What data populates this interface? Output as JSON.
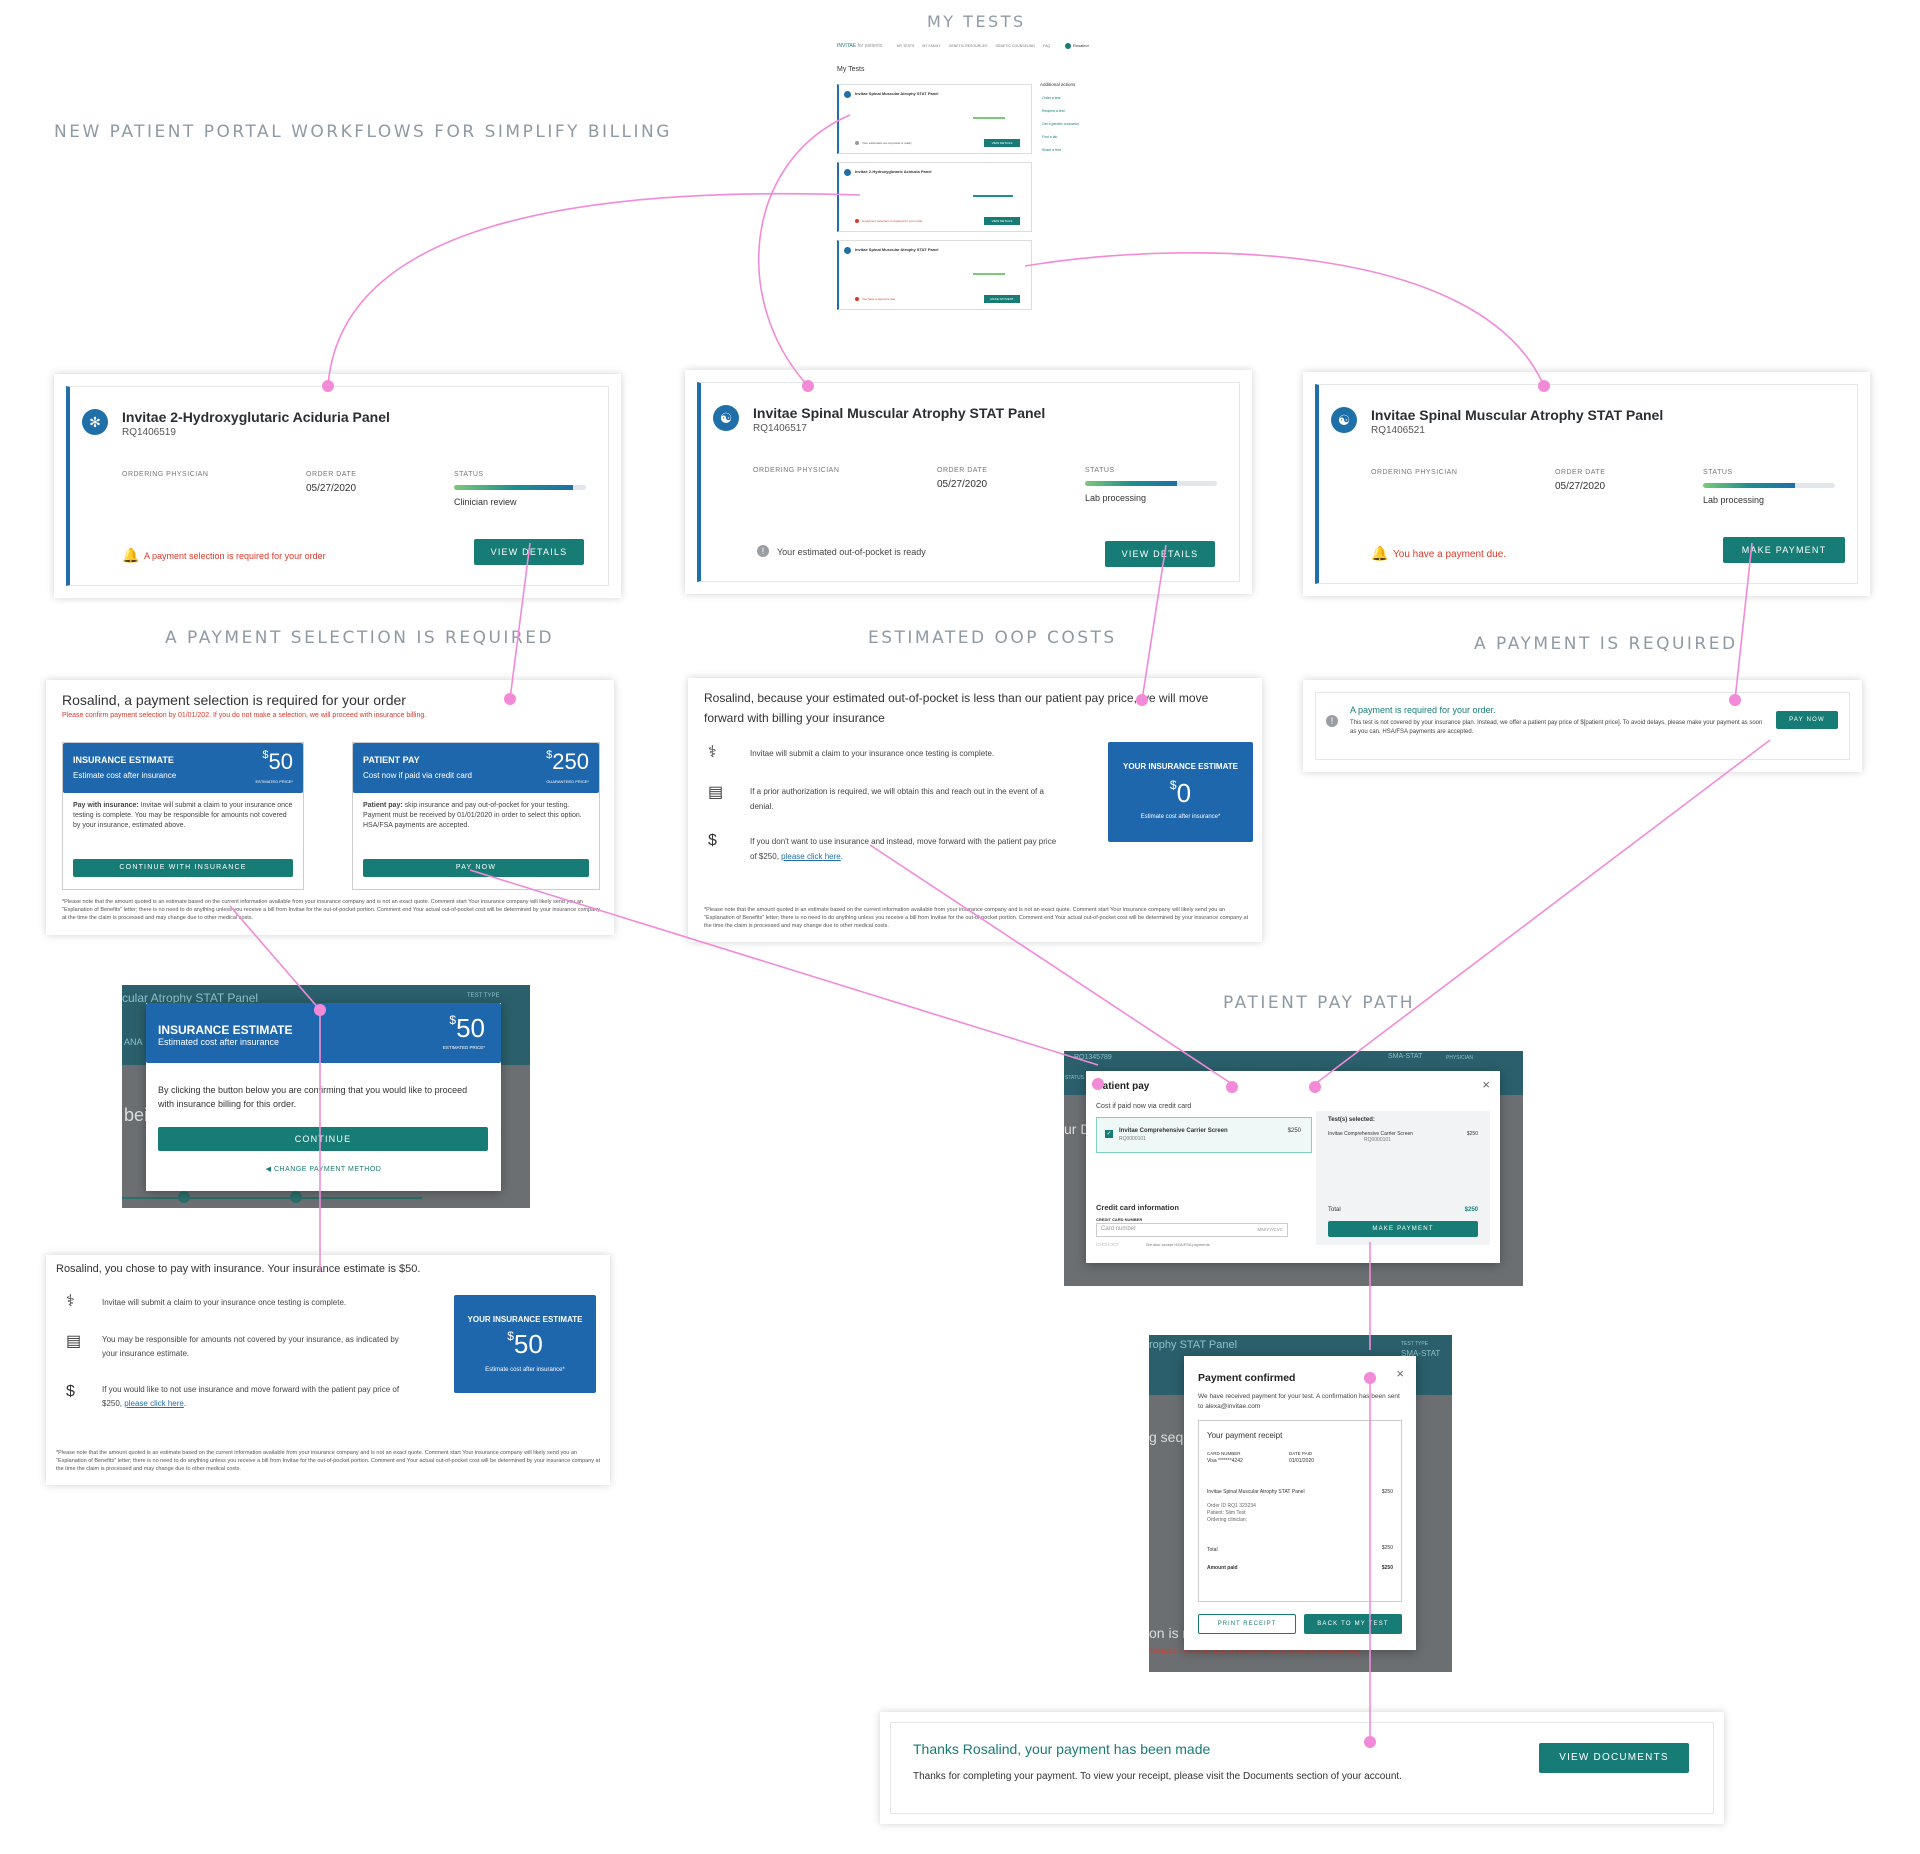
{
  "titles": {
    "my_tests": "MY TESTS",
    "main": "NEW PATIENT PORTAL WORKFLOWS FOR SIMPLIFY BILLING",
    "payment_selection": "A PAYMENT SELECTION IS REQUIRED",
    "estimated_oop": "ESTIMATED OOP COSTS",
    "payment_required": "A PAYMENT IS REQUIRED",
    "patient_pay_path": "PATIENT PAY PATH"
  },
  "thumb": {
    "heading": "My Tests",
    "logo": "INVITAE",
    "logo_sub": "for patients",
    "nav": [
      "MY TESTS",
      "MY FAMILY",
      "GENETIC RESOURCES",
      "GENETIC COUNSELING",
      "FAQ"
    ],
    "user": "Rosalind",
    "additional_actions": "Additional actions",
    "actions": [
      "Order a test",
      "Request a test",
      "Get a genetic counselor",
      "Find a lab",
      "Share a test"
    ],
    "tests": [
      {
        "name": "Invitae Spinal Muscular Atrophy STAT Panel",
        "btn": "VIEW DETAILS",
        "msg": "Your estimated out-of-pocket is ready"
      },
      {
        "name": "Invitae 2-Hydroxyglutaric Aciduria Panel",
        "btn": "VIEW DETAILS",
        "msg": "A payment selection is required for your order"
      },
      {
        "name": "Invitae Spinal Muscular Atrophy STAT Panel",
        "btn": "MAKE PAYMENT",
        "msg": "You have a payment due"
      }
    ]
  },
  "cards": [
    {
      "title": "Invitae 2-Hydroxyglutaric Aciduria Panel",
      "id": "RQ1406519",
      "physician_label": "ORDERING PHYSICIAN",
      "date_label": "ORDER DATE",
      "date": "05/27/2020",
      "status_label": "STATUS",
      "status": "Clinician review",
      "progress": 0.9,
      "msg": "A payment selection is required for your order",
      "btn": "VIEW DETAILS"
    },
    {
      "title": "Invitae Spinal Muscular Atrophy STAT Panel",
      "id": "RQ1406517",
      "physician_label": "ORDERING PHYSICIAN",
      "date_label": "ORDER DATE",
      "date": "05/27/2020",
      "status_label": "STATUS",
      "status": "Lab processing",
      "progress": 0.7,
      "msg": "Your estimated out-of-pocket is ready",
      "btn": "VIEW DETAILS"
    },
    {
      "title": "Invitae Spinal Muscular Atrophy STAT Panel",
      "id": "RQ1406521",
      "physician_label": "ORDERING PHYSICIAN",
      "date_label": "ORDER DATE",
      "date": "05/27/2020",
      "status_label": "STATUS",
      "status": "Lab processing",
      "progress": 0.7,
      "msg": "You have a payment due.",
      "btn": "MAKE PAYMENT"
    }
  ],
  "selection": {
    "heading": "Rosalind, a payment selection is required for your order",
    "warn": "Please confirm payment selection by 01/01/202. If you do not make a selection, we will proceed with insurance billing.",
    "ins_title": "INSURANCE ESTIMATE",
    "ins_sub": "Estimate cost after insurance",
    "ins_amount": "50",
    "ins_price_lbl": "ESTIMATED PRICE*",
    "ins_body_b": "Pay with insurance:",
    "ins_body": "Invitae will submit a claim to your insurance once testing is complete. You may be responsible for amounts not covered by your insurance, estimated above.",
    "ins_btn": "CONTINUE WITH INSURANCE",
    "pp_title": "PATIENT PAY",
    "pp_sub": "Cost now if paid via credit card",
    "pp_amount": "250",
    "pp_price_lbl": "GUARANTEED PRICE*",
    "pp_body_b": "Patient pay:",
    "pp_body": "skip insurance and pay out-of-pocket for your testing. Payment must be received by 01/01/2020 in order to select this option. HSA/FSA payments are accepted.",
    "pp_btn": "PAY NOW",
    "footnote": "*Please note that the amount quoted is an estimate based on the current information available from your insurance company and is not an exact quote. Comment start Your insurance company will likely send you an \"Explanation of Benefits\" letter; there is no need to do anything unless you receive a bill from Invitae for the out-of-pocket portion. Comment end Your actual out-of-pocket cost will be determined by your insurance company at the time the claim is processed and may change due to other medical costs."
  },
  "oop": {
    "heading": "Rosalind, because your estimated out-of-pocket is less than our patient pay price, we will move forward with billing your insurance",
    "row1": "Invitae will submit a claim to your insurance once testing is complete.",
    "row2": "If a prior authorization is required, we will obtain this and reach out in the event of a denial.",
    "row3": "If you don't want to use insurance and instead, move forward with the patient pay price of $250,",
    "row3_link": "please click here",
    "box_title": "YOUR INSURANCE ESTIMATE",
    "box_amount": "0",
    "box_sub": "Estimate cost after insurance*",
    "footnote": "*Please note that the amount quoted is an estimate based on the current information available from your insurance company and is not an exact quote. Comment start Your insurance company will likely send you an \"Explanation of Benefits\" letter; there is no need to do anything unless you receive a bill from Invitae for the out-of-pocket portion. Comment end Your actual out-of-pocket cost will be determined by your insurance company at the time the claim is processed and may change due to other medical costs."
  },
  "payreq": {
    "title": "A payment is required for your order.",
    "body": "This test is not covered by your insurance plan. Instead, we offer a patient pay price of $[patient price]. To avoid delays, please make your payment as soon as you can. HSA/FSA payments are accepted.",
    "btn": "PAY NOW"
  },
  "insmodal": {
    "bg_title": "cular Atrophy STAT Panel",
    "bg_testtype": "TEST TYPE",
    "bg_left": "ANA",
    "bg_big": "bei",
    "title": "INSURANCE ESTIMATE",
    "sub": "Estimated cost after insurance",
    "amount": "50",
    "price_lbl": "ESTIMATED PRICE*",
    "body": "By clicking the button below you are confirming that you would like to proceed with insurance billing for this order.",
    "btn": "CONTINUE",
    "back": "CHANGE PAYMENT METHOD"
  },
  "chose": {
    "heading": "Rosalind, you chose to pay with insurance. Your insurance estimate is $50.",
    "row1": "Invitae will submit a claim to your insurance once testing is complete.",
    "row2": "You may be responsible for amounts not covered by your insurance, as indicated by your insurance estimate.",
    "row3": "If you would like to not use insurance and move forward with the patient pay price of $250,",
    "row3_link": "please click here",
    "box_title": "YOUR INSURANCE ESTIMATE",
    "box_amount": "50",
    "box_sub": "Estimate cost after insurance*",
    "footnote": "*Please note that the amount quoted is an estimate based on the current information available from your insurance company and is not an exact quote. Comment start Your insurance company will likely send you an \"Explanation of Benefits\" letter; there is no need to do anything unless you receive a bill from Invitae for the out-of-pocket portion. Comment end Your actual out-of-pocket cost will be determined by your insurance company at the time the claim is processed and may change due to other medical costs."
  },
  "ppmodal": {
    "bg_id": "RQ1345789",
    "bg_type": "SMA-STAT",
    "bg_phys": "PHYSICIAN",
    "bg_status": "STATUS",
    "bg_letter": "ur D",
    "title": "Patient pay",
    "sub": "Cost if paid now via credit card",
    "item_name": "Invitae Comprehensive Carrier Screen",
    "item_id": "RQ0000101",
    "item_price": "$250",
    "sel_title": "Test(s) selected:",
    "sel_name": "Invitae Comprehensive Carrier Screen",
    "sel_id": "RQ0000101",
    "sel_price": "$250",
    "cc_title": "Credit card information",
    "cc_lbl": "CREDIT CARD NUMBER",
    "cc_placeholder": "Card number",
    "cc_exp": "MM/YY/CVC",
    "cc_note": "We also accept HSA/FSA payments",
    "total_lbl": "Total",
    "total": "$250",
    "btn": "MAKE PAYMENT"
  },
  "confirm": {
    "bg_title": "rophy STAT Panel",
    "bg_testtype": "TEST TYPE",
    "bg_type": "SMA-STAT",
    "bg_big": "g seq",
    "bg_big2": "on is r",
    "bg_warn": "01/01/202. If you do not make a selection, we will proceed with insurance billing.",
    "title": "Payment confirmed",
    "body": "We have received payment for your test. A confirmation has been sent to alexa@invitae.com",
    "receipt_title": "Your payment receipt",
    "card_lbl": "CARD NUMBER",
    "card": "Visa *******4242",
    "date_lbl": "DATE PAID",
    "date": "01/01/2020",
    "item": "Invitae Spinal Muscular Atrophy STAT Panel",
    "item_price": "$250",
    "order_id": "Order ID RQ1 323234",
    "patient": "Patient: Slim Test",
    "clinician": "Ordering clinician:",
    "total_lbl": "Total",
    "total": "$250",
    "paid_lbl": "Amount paid",
    "paid": "$250",
    "btn_print": "PRINT RECEIPT",
    "btn_back": "BACK TO MY TEST"
  },
  "thanks": {
    "title": "Thanks Rosalind, your payment has been made",
    "body": "Thanks for completing your payment. To view your receipt, please visit the Documents section of your account.",
    "btn": "VIEW DOCUMENTS"
  },
  "colors": {
    "accent": "#167c75",
    "blue": "#1f67ad",
    "error": "#d9392b",
    "connector": "#f28ad8"
  }
}
